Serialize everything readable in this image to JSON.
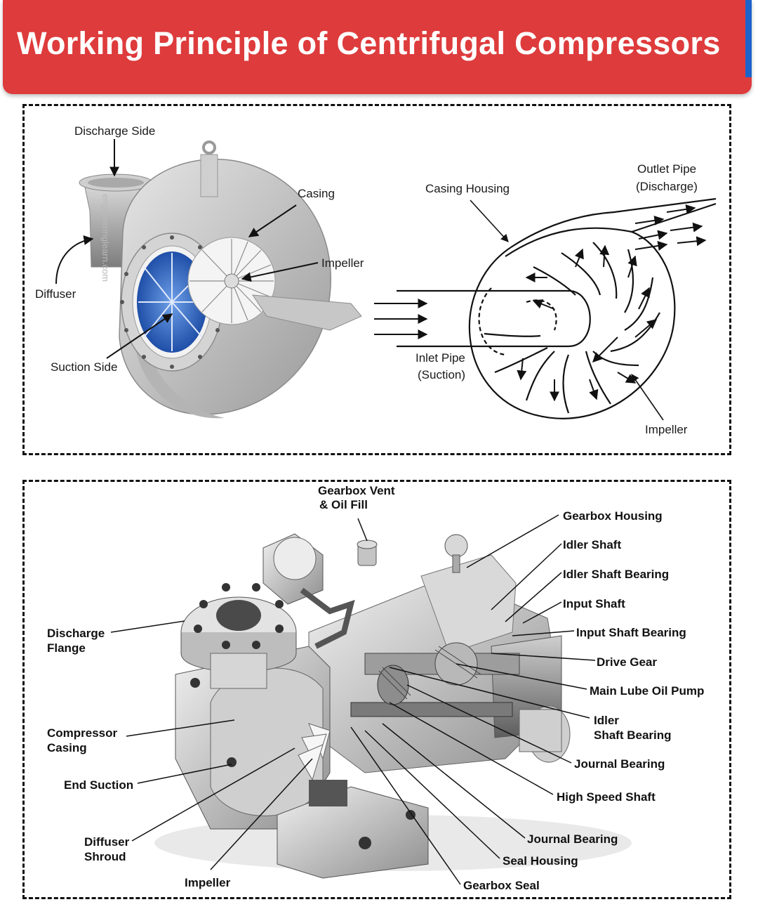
{
  "header": {
    "title": "Working Principle of Centrifugal Compressors",
    "banner_color": "#de3b3c",
    "accent_color": "#1b63c9"
  },
  "top_panel": {
    "compressor_3d_labels": {
      "discharge_side": "Discharge Side",
      "casing": "Casing",
      "impeller": "Impeller",
      "diffuser": "Diffuser",
      "suction_side": "Suction Side",
      "watermark": "engineeringlearn.com"
    },
    "flow_schematic_labels": {
      "casing_housing": "Casing Housing",
      "outlet_pipe_line1": "Outlet Pipe",
      "outlet_pipe_line2": "(Discharge)",
      "inlet_pipe_line1": "Inlet Pipe",
      "inlet_pipe_line2": "(Suction)",
      "impeller": "Impeller"
    }
  },
  "bottom_panel": {
    "labels": {
      "gearbox_vent_line1": "Gearbox Vent",
      "gearbox_vent_line2": "& Oil Fill",
      "gearbox_housing": "Gearbox Housing",
      "idler_shaft": "Idler Shaft",
      "idler_shaft_bearing": "Idler Shaft Bearing",
      "input_shaft": "Input Shaft",
      "input_shaft_bearing": "Input Shaft Bearing",
      "drive_gear": "Drive Gear",
      "main_lube_oil_pump": "Main Lube Oil Pump",
      "idler_shaft_bearing2_line1": "Idler",
      "idler_shaft_bearing2_line2": "Shaft Bearing",
      "journal_bearing_1": "Journal Bearing",
      "high_speed_shaft": "High Speed Shaft",
      "journal_bearing_2": "Journal Bearing",
      "seal_housing": "Seal Housing",
      "gearbox_seal": "Gearbox Seal",
      "discharge_flange_line1": "Discharge",
      "discharge_flange_line2": "Flange",
      "compressor_casing_line1": "Compressor",
      "compressor_casing_line2": "Casing",
      "end_suction": "End Suction",
      "diffuser_shroud_line1": "Diffuser",
      "diffuser_shroud_line2": "Shroud",
      "impeller": "Impeller"
    }
  }
}
